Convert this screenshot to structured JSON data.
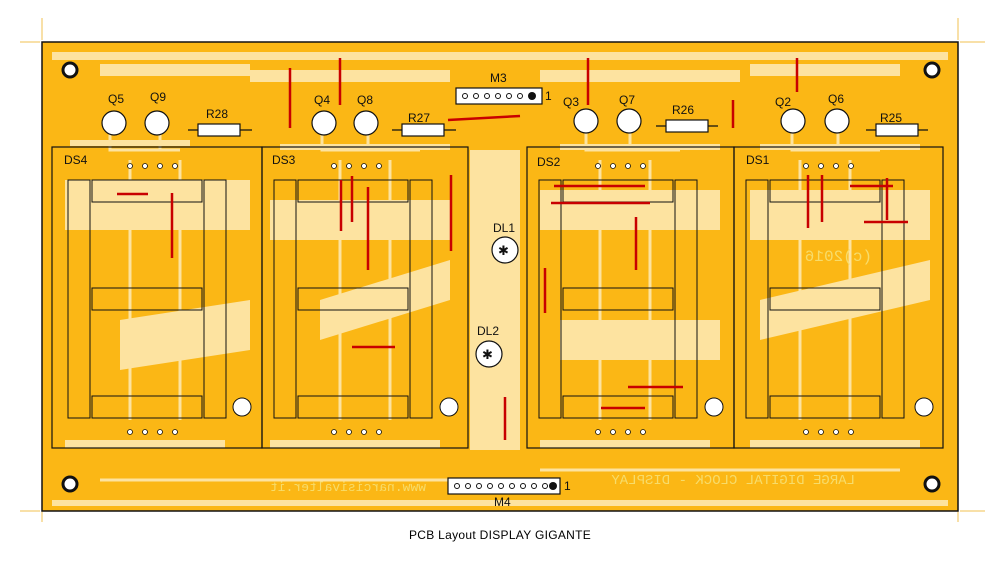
{
  "colors": {
    "board": "#fbb715",
    "copper_pale": "#fde3a0",
    "jumper": "#c80000",
    "outline": "#111111",
    "background": "#ffffff"
  },
  "transistors": [
    "Q5",
    "Q9",
    "Q4",
    "Q8",
    "Q3",
    "Q7",
    "Q2",
    "Q6"
  ],
  "resistors": [
    "R28",
    "R27",
    "R26",
    "R25"
  ],
  "displays": [
    "DS4",
    "DS3",
    "DS2",
    "DS1"
  ],
  "leds": [
    "DL1",
    "DL2"
  ],
  "connectors": {
    "top": "M3",
    "bottom": "M4",
    "pin1_mark": "1"
  },
  "silkscreen": {
    "website": "www.narcisivalter.it",
    "board_title": "LARGE DIGITAL CLOCK - DISPLAY",
    "copyright": "(c)2016"
  },
  "caption": "PCB Layout DISPLAY GIGANTE"
}
